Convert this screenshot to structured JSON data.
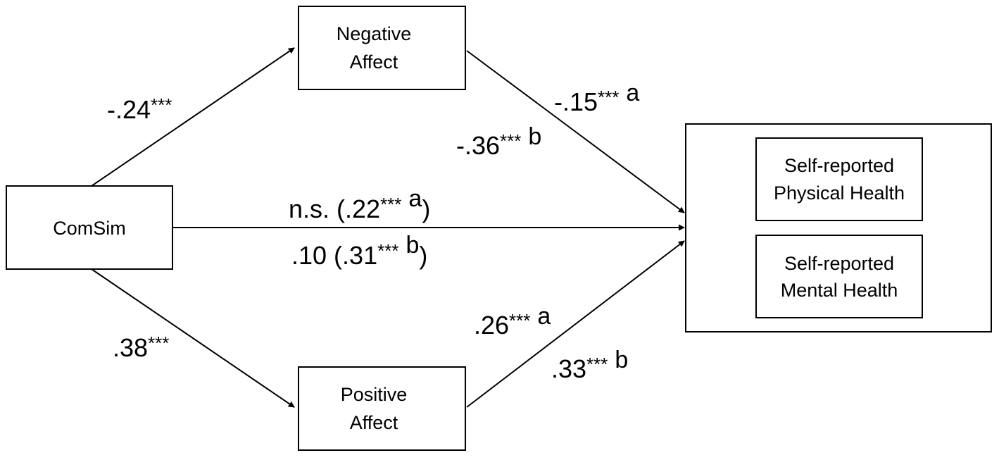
{
  "nodes": {
    "comsim": "ComSim",
    "negative_affect": {
      "line1": "Negative",
      "line2": "Affect"
    },
    "positive_affect": {
      "line1": "Positive",
      "line2": "Affect"
    },
    "physical_health": {
      "line1": "Self-reported",
      "line2": "Physical Health"
    },
    "mental_health": {
      "line1": "Self-reported",
      "line2": "Mental Health"
    }
  },
  "paths": {
    "comsim_to_negative": {
      "value": "-.24",
      "sig": "***"
    },
    "comsim_to_positive": {
      "value": ".38",
      "sig": "***"
    },
    "negative_to_outcome_a": {
      "value": "-.15",
      "sig": "***",
      "label": "a"
    },
    "negative_to_outcome_b": {
      "value": "-.36",
      "sig": "***",
      "label": "b"
    },
    "direct_a": {
      "prefix": "n.s. (",
      "value": ".22",
      "sig": "***",
      "label": "a",
      "suffix": ")"
    },
    "direct_b": {
      "prefix": ".10 (",
      "value": ".31",
      "sig": "***",
      "label": "b",
      "suffix": ")"
    },
    "positive_to_outcome_a": {
      "value": ".26",
      "sig": "***",
      "label": "a"
    },
    "positive_to_outcome_b": {
      "value": ".33",
      "sig": "***",
      "label": "b"
    }
  }
}
